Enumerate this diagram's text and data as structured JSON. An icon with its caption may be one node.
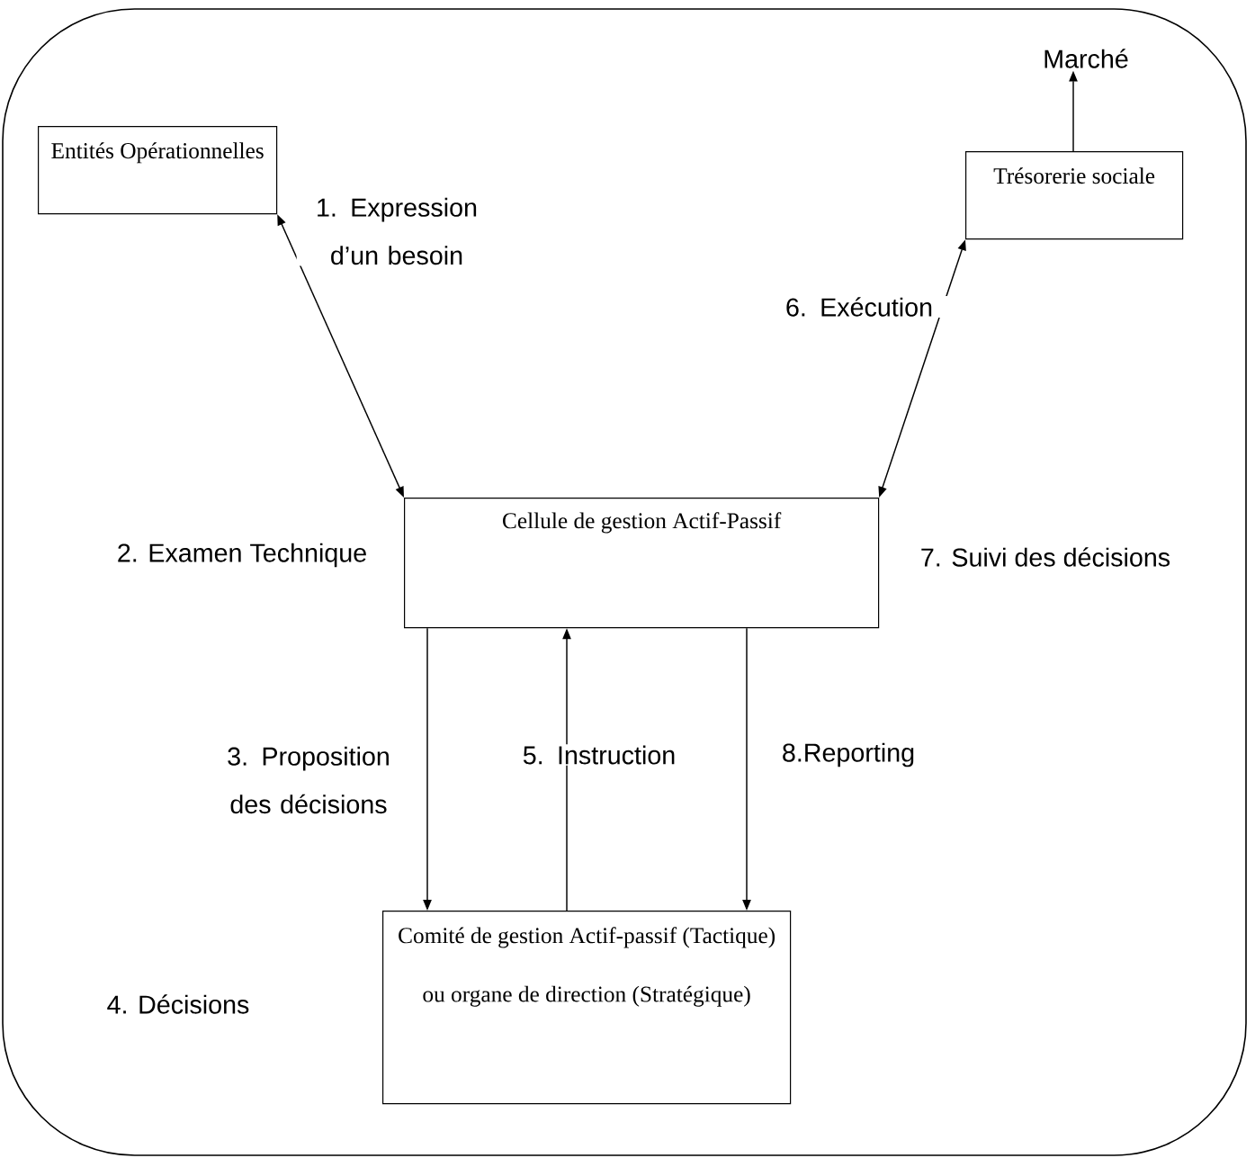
{
  "diagram": {
    "nodes": [
      {
        "text": [
          "Entités Opérationnelles"
        ]
      },
      {
        "text": [
          "Trésorerie sociale"
        ]
      },
      {
        "text": [
          "Marché"
        ]
      },
      {
        "text": [
          "Cellule de gestion Actif-Passif"
        ]
      },
      {
        "text": [
          "Comité de gestion Actif-passif (Tactique)",
          "ou organe de direction (Stratégique)"
        ]
      }
    ],
    "edges": [
      {
        "from": 0,
        "to": 3,
        "arrow": "both",
        "label": "1. Expression d’un besoin"
      },
      {
        "from": 1,
        "to": 3,
        "arrow": "both",
        "label": "6. Exécution"
      },
      {
        "from": 1,
        "to": 2,
        "arrow": "to"
      },
      {
        "from": 3,
        "to": 4,
        "arrow": "to",
        "label": "3. Proposition des décisions"
      },
      {
        "from": 4,
        "to": 3,
        "arrow": "to",
        "label": "5. Instruction"
      },
      {
        "from": 3,
        "to": 4,
        "arrow": "to",
        "label": "8.Reporting"
      }
    ],
    "labels": [
      "2. Examen Technique",
      "7. Suivi des décisions",
      "4. Décisions"
    ]
  }
}
